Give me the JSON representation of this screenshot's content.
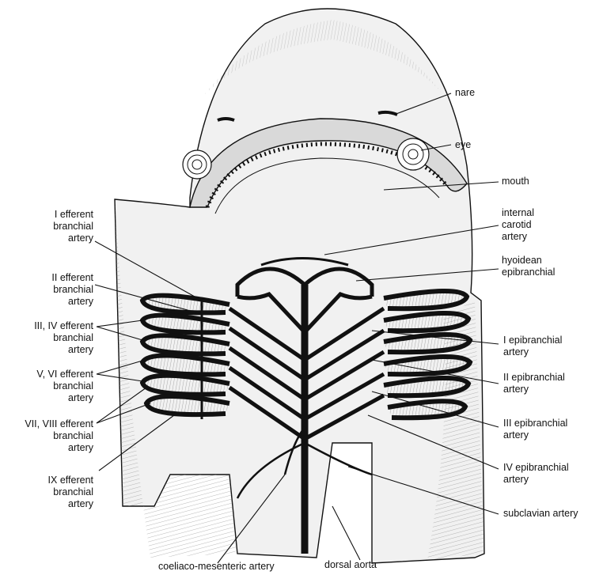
{
  "colors": {
    "ink": "#111111",
    "paper": "#ffffff",
    "tissue": "#e6e6e6",
    "shade": "#9a9a9a"
  },
  "labels_left": [
    {
      "id": "i-efferent",
      "lines": [
        "I efferent",
        "branchial",
        "artery"
      ]
    },
    {
      "id": "ii-efferent",
      "lines": [
        "II efferent",
        "branchial",
        "artery"
      ]
    },
    {
      "id": "iii-iv-efferent",
      "lines": [
        "III, IV efferent",
        "branchial",
        "artery"
      ]
    },
    {
      "id": "v-vi-efferent",
      "lines": [
        "V, VI efferent",
        "branchial",
        "artery"
      ]
    },
    {
      "id": "vii-viii-efferent",
      "lines": [
        "VII, VIII efferent",
        "branchial",
        "artery"
      ]
    },
    {
      "id": "ix-efferent",
      "lines": [
        "IX efferent",
        "branchial",
        "artery"
      ]
    }
  ],
  "labels_right": [
    {
      "id": "nare",
      "lines": [
        "nare"
      ]
    },
    {
      "id": "eye",
      "lines": [
        "eye"
      ]
    },
    {
      "id": "mouth",
      "lines": [
        "mouth"
      ]
    },
    {
      "id": "internal-carotid",
      "lines": [
        "internal",
        "carotid",
        "artery"
      ]
    },
    {
      "id": "hyoidean",
      "lines": [
        "hyoidean",
        "epibranchial"
      ]
    },
    {
      "id": "i-epibranchial",
      "lines": [
        "I epibranchial",
        "artery"
      ]
    },
    {
      "id": "ii-epibranchial",
      "lines": [
        "II epibranchial",
        "artery"
      ]
    },
    {
      "id": "iii-epibranchial",
      "lines": [
        "III epibranchial",
        "artery"
      ]
    },
    {
      "id": "iv-epibranchial",
      "lines": [
        "IV epibranchial",
        "artery"
      ]
    },
    {
      "id": "subclavian",
      "lines": [
        "subclavian artery"
      ]
    }
  ],
  "labels_bottom": [
    {
      "id": "coeliaco-mesenteric",
      "lines": [
        "coeliaco-mesenteric artery"
      ]
    },
    {
      "id": "dorsal-aorta",
      "lines": [
        "dorsal aorta"
      ]
    }
  ]
}
